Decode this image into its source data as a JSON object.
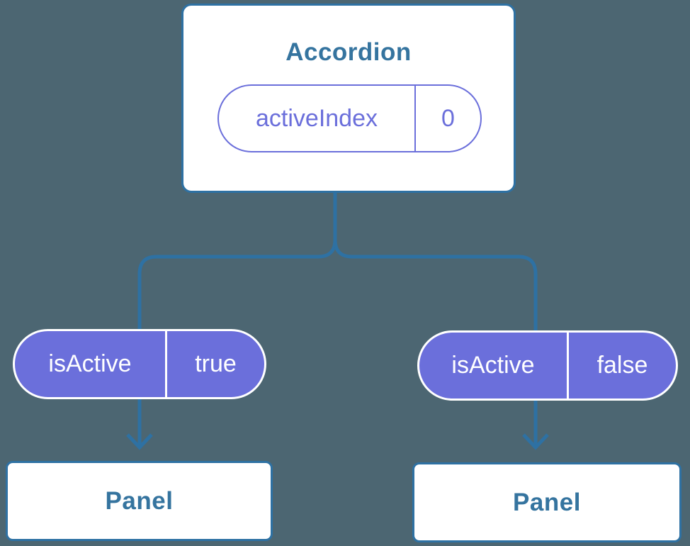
{
  "diagram": {
    "background_color": "#4C6672",
    "connector_color": "#2E71A3",
    "node_border_color": "#2E71A3",
    "node_text_color": "#35749F",
    "pill_fill_color": "#6B6FDB",
    "pill_text_color": "#FFFFFF",
    "root_node": {
      "title": "Accordion",
      "state_pill": {
        "name": "activeIndex",
        "value": "0"
      }
    },
    "branches": [
      {
        "prop_pill": {
          "name": "isActive",
          "value": "true"
        },
        "child_node": {
          "title": "Panel"
        }
      },
      {
        "prop_pill": {
          "name": "isActive",
          "value": "false"
        },
        "child_node": {
          "title": "Panel"
        }
      }
    ]
  }
}
